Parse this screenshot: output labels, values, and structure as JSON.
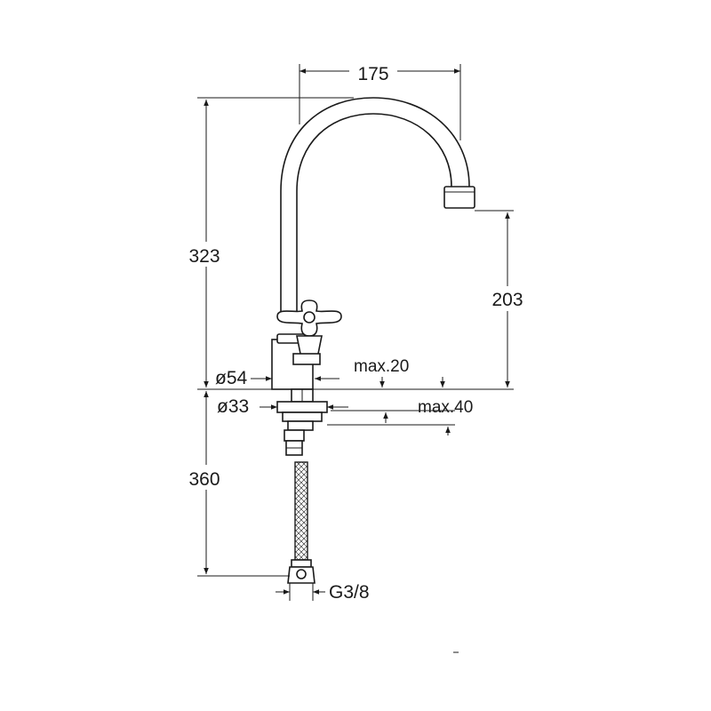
{
  "dimensions": {
    "spout_reach": "175",
    "total_height": "323",
    "outlet_height": "203",
    "base_diameter": "ø54",
    "hole_diameter": "ø33",
    "max_thickness_top": "max.20",
    "max_thickness_bottom": "max.40",
    "hose_length": "360",
    "connection_thread": "G3/8"
  },
  "colors": {
    "line": "#1a1a1a",
    "background": "#ffffff"
  }
}
